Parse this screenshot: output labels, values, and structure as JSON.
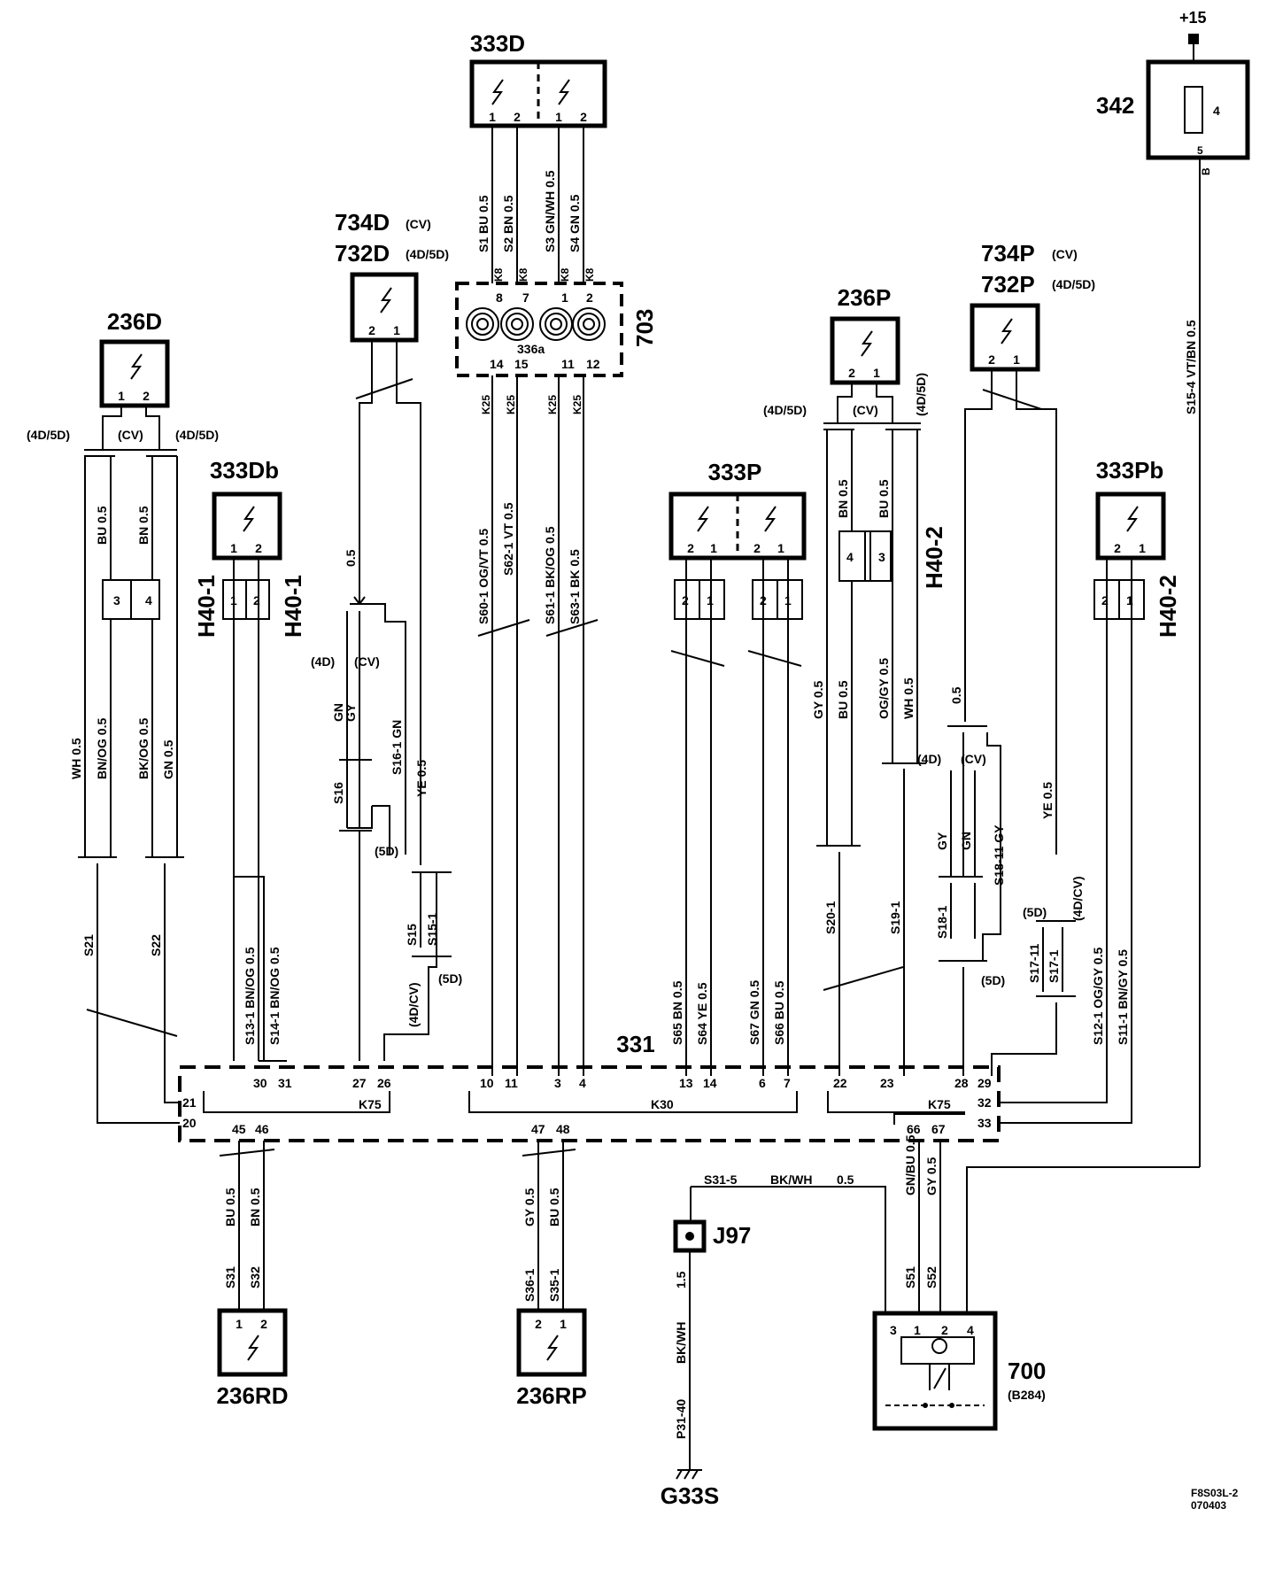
{
  "components": {
    "c333D": "333D",
    "c703": "703",
    "c336a": "336a",
    "c734D": "734D",
    "c732D": "732D",
    "cv": "(CV)",
    "d4d5d": "(4D/5D)",
    "c236D": "236D",
    "c333Db": "333Db",
    "c236P": "236P",
    "c734P": "734P",
    "c732P": "732P",
    "c333P": "333P",
    "c333Pb": "333Pb",
    "c342": "342",
    "plus15": "+15",
    "c331": "331",
    "c236RD": "236RD",
    "c236RP": "236RP",
    "cJ97": "J97",
    "c700": "700",
    "cB284": "(B284)",
    "cG33S": "G33S",
    "h401": "H40-1",
    "h402": "H40-2",
    "k75": "K75",
    "k30": "K30",
    "k75b": "K75"
  },
  "variants": {
    "d4d5d": "(4D/5D)",
    "cv": "(CV)",
    "d4d": "(4D)",
    "d5d": "(5D)",
    "d4dcv": "(4D/CV)"
  },
  "wires": {
    "s1": "S1 BU 0.5",
    "s2": "S2 BN 0.5",
    "s3": "S3 GN/WH 0.5",
    "s4": "S4 GN 0.5",
    "k8": "K8",
    "k25": "K25",
    "s60": "S60-1 OG/VT 0.5",
    "s62": "S62-1 VT 0.5",
    "s61": "S61-1 BK/OG 0.5",
    "s63": "S63-1 BK 0.5",
    "bu05": "BU 0.5",
    "bn05": "BN 0.5",
    "wh05": "WH 0.5",
    "bnog05": "BN/OG 0.5",
    "bkog05": "BK/OG 0.5",
    "gn05": "GN 0.5",
    "s21": "S21",
    "s22": "S22",
    "s13": "S13-1 BN/OG 0.5",
    "s14": "S14-1 BN/OG 0.5",
    "half": "0.5",
    "gn": "GN",
    "gy": "GY",
    "s16": "S16",
    "s161": "S16-1 GN",
    "ye05": "YE 0.5",
    "s15": "S15",
    "s151": "S15-1",
    "s65": "S65 BN 0.5",
    "s64": "S64 YE 0.5",
    "s67": "S67 GN 0.5",
    "s66": "S66 BU 0.5",
    "bn": "BN",
    "bu": "BU",
    "gy05": "GY 0.5",
    "ogy05": "OG/GY 0.5",
    "s201": "S20-1",
    "s191": "S19-1",
    "s181": "S18-1",
    "s1811": "S18-11 GY",
    "s1711": "S17-11",
    "s171": "S17-1",
    "s121": "S12-1 OG/GY 0.5",
    "s111": "S11-1 BN/GY 0.5",
    "s154": "S15-4 VT/BN 0.5",
    "b": "B",
    "s31": "S31",
    "s32": "S32",
    "s361": "S36-1",
    "s351": "S35-1",
    "s315": "S31-5",
    "bkwh05": "BK/WH",
    "bkwh": "BK/WH",
    "p3140": "P31-40",
    "v15": "1.5",
    "s51": "S51",
    "s52": "S52",
    "gnbu05": "GN/BU 0.5"
  },
  "footer": {
    "code": "F8S03L-2",
    "date": "070403"
  }
}
